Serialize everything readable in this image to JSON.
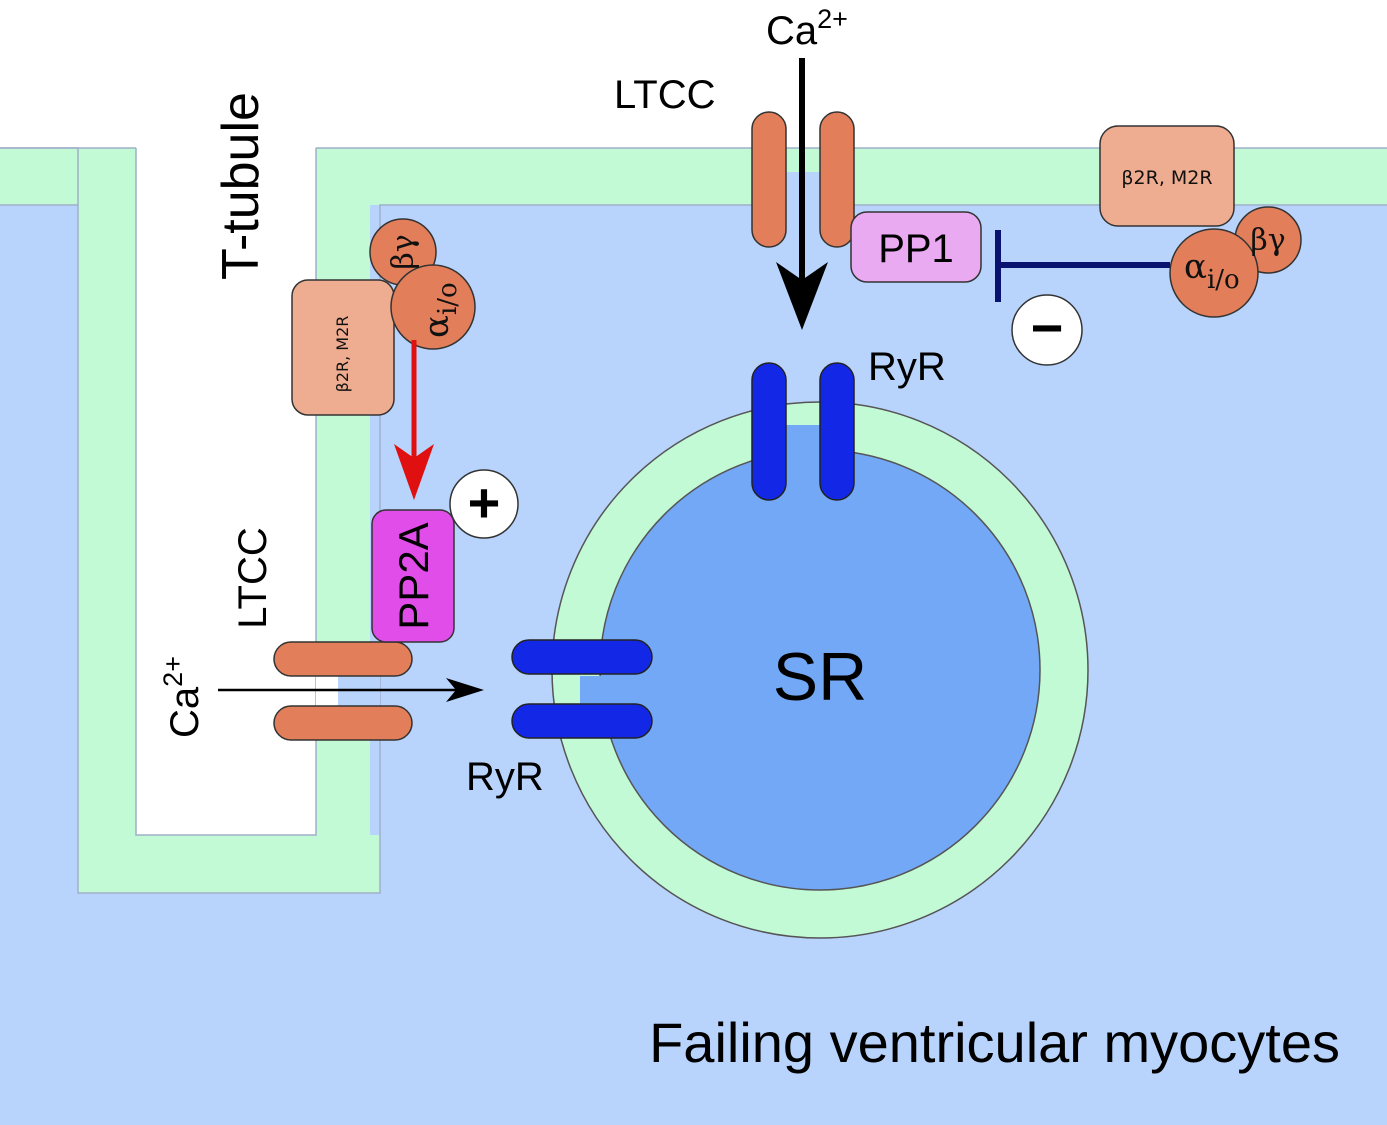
{
  "labels": {
    "t_tubule": "T-tubule",
    "ltcc_top": "LTCC",
    "ltcc_left": "LTCC",
    "ca_top": "Ca",
    "ca_top_sup": "2+",
    "ca_left": "Ca",
    "ca_left_sup": "2+",
    "ryr_top": "RyR",
    "ryr_left": "RyR",
    "sr": "SR",
    "pp1": "PP1",
    "pp2a": "PP2A",
    "receptor_left": "β2R, M2R",
    "receptor_right": "β2R, M2R",
    "alpha_left": "α",
    "alpha_left_sub": "i/o",
    "beta_gamma_left": "βγ",
    "alpha_right": "α",
    "alpha_right_sub": "i/o",
    "beta_gamma_right": "βγ",
    "plus_sign": "+",
    "minus_sign": "−",
    "caption": "Failing ventricular myocytes"
  },
  "colors": {
    "cytoplasm": "#b8d4fc",
    "membrane": "#c3fad6",
    "sr_lumen": "#72a8f6",
    "ltcc": "#e27f5a",
    "ryr": "#1328e6",
    "receptor": "#eeac90",
    "g_protein": "#e27f5a",
    "pp1": "#eaaaf2",
    "pp2a": "#e04de8",
    "inhibit_line": "#0a1470",
    "stimulate_arrow": "#e01010"
  }
}
